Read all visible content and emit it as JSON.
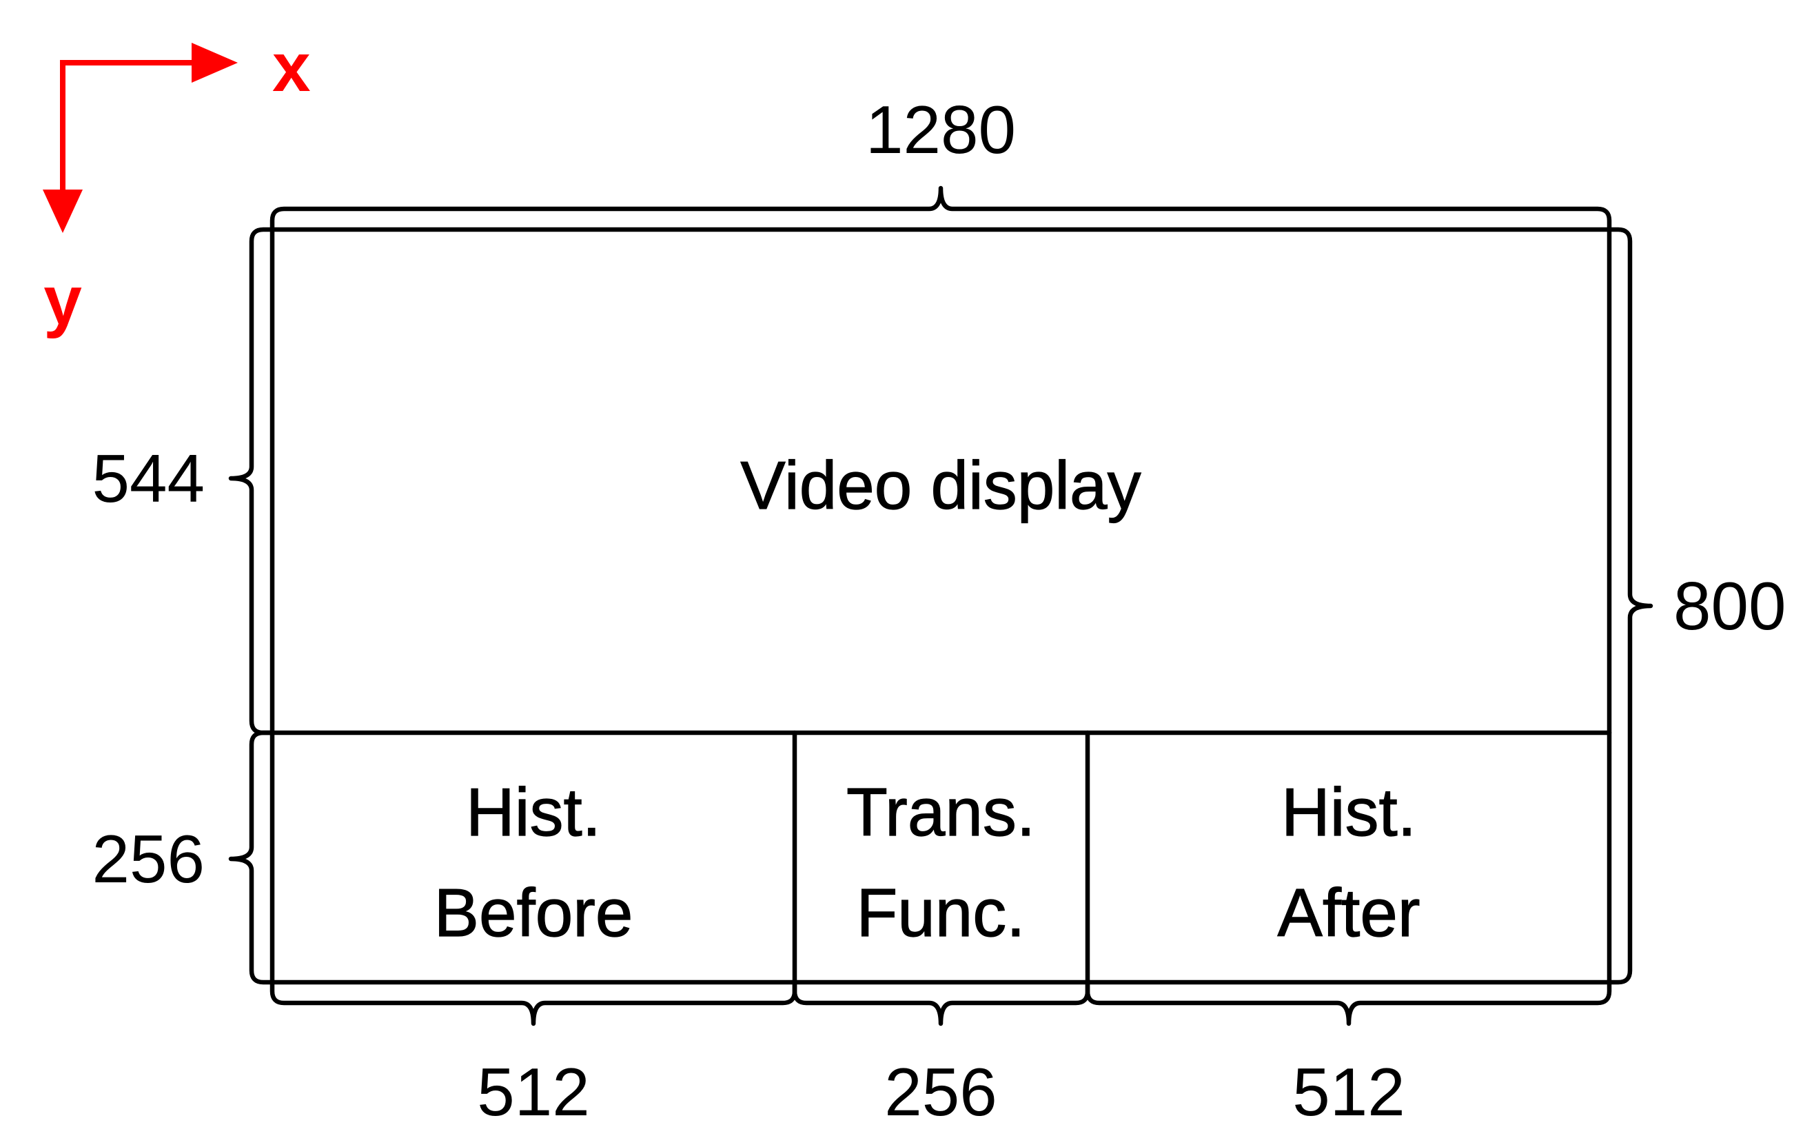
{
  "axes": {
    "x_label": "x",
    "y_label": "y",
    "color": "#ff0000"
  },
  "regions": {
    "video_display": "Video display",
    "hist_before": {
      "line1": "Hist.",
      "line2": "Before"
    },
    "trans_func": {
      "line1": "Trans.",
      "line2": "Func."
    },
    "hist_after": {
      "line1": "Hist.",
      "line2": "After"
    }
  },
  "dimensions": {
    "total_width": "1280",
    "total_height": "800",
    "video_height": "544",
    "panel_height": "256",
    "hist_before_width": "512",
    "trans_func_width": "256",
    "hist_after_width": "512"
  }
}
